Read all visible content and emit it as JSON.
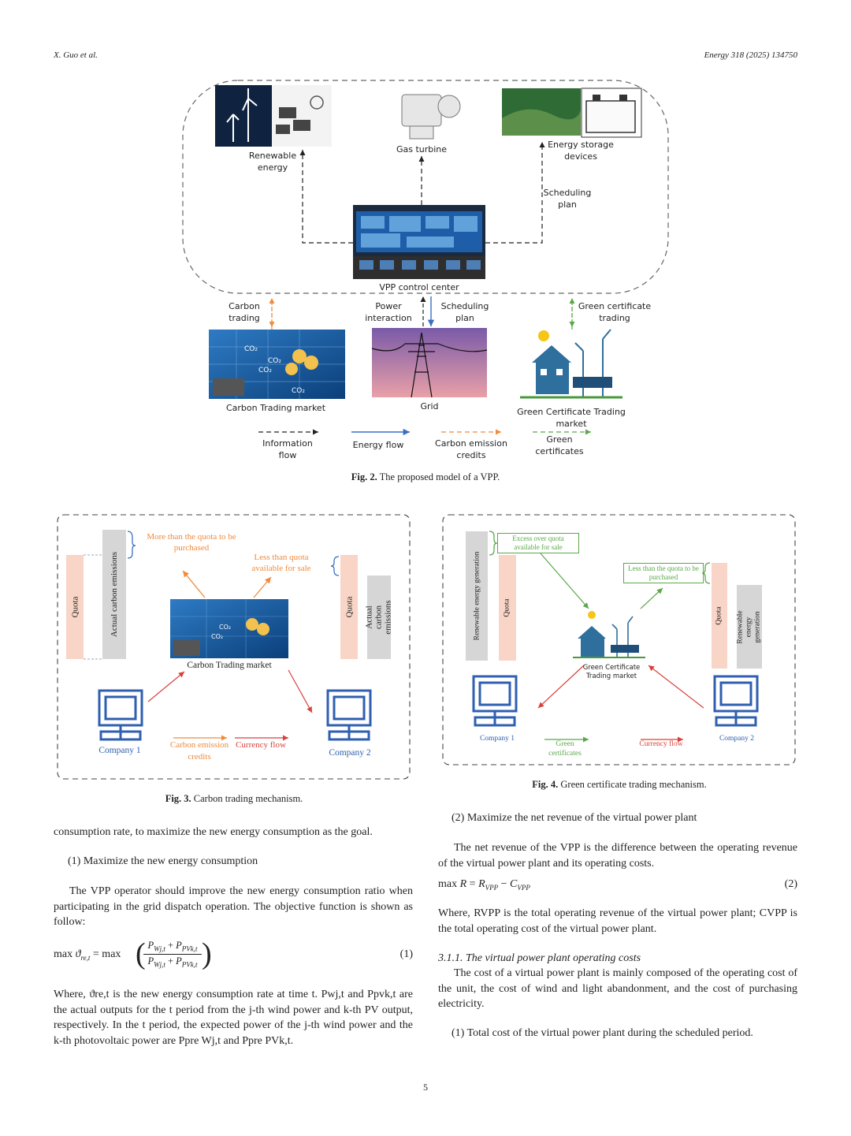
{
  "header": {
    "left": "X. Guo et al.",
    "right": "Energy 318 (2025) 134750"
  },
  "fig2": {
    "renewable": "Renewable energy",
    "gas_turbine": "Gas turbine",
    "energy_storage": "Energy storage devices",
    "scheduling_plan_top": "Scheduling plan",
    "vpp_center": "VPP control center",
    "carbon_trading": "Carbon trading",
    "power_interaction": "Power interaction",
    "scheduling_plan_mid": "Scheduling plan",
    "green_cert_trading": "Green certificate trading",
    "carbon_market": "Carbon Trading market",
    "grid": "Grid",
    "green_market": "Green Certificate Trading market",
    "legend": {
      "info": "Information flow",
      "energy": "Energy flow",
      "carbon": "Carbon emission credits",
      "green": "Green certificates"
    },
    "caption_num": "Fig. 2.",
    "caption_text": "The proposed model of a VPP."
  },
  "fig3": {
    "quota_left": "Quota",
    "actual_left": "Actual carbon emissions",
    "more_than": "More than the quota to be purchased",
    "less_than": "Less than quota available for sale",
    "quota_right": "Quota",
    "actual_right": "Actual carbon emissions",
    "market": "Carbon Trading market",
    "company1": "Company 1",
    "company2": "Company 2",
    "carbon_credits": "Carbon emission credits",
    "currency": "Currency flow",
    "caption_num": "Fig. 3.",
    "caption_text": "Carbon trading mechanism."
  },
  "fig4": {
    "renew_left": "Renewable energy generation",
    "quota_left": "Quota",
    "excess": "Excess over quota available for sale",
    "less": "Less than the quota to be purchased",
    "quota_right": "Quota",
    "renew_right": "Renewable energy generation",
    "market": "Green Certificate Trading market",
    "company1": "Company 1",
    "company2": "Company 2",
    "green_certs": "Green certificates",
    "currency": "Currency flow",
    "caption_num": "Fig. 4.",
    "caption_text": "Green certificate trading mechanism."
  },
  "left_col": {
    "p1": "consumption rate, to maximize the new energy consumption as the goal.",
    "item1": "(1) Maximize the new energy consumption",
    "p2": "The VPP operator should improve the new energy consumption ratio when participating in the grid dispatch operation. The objective function is shown as follow:",
    "eq1_num": "(1)",
    "p3_a": "Where, ϑ",
    "p3_full": "is the new energy consumption rate at time t. P",
    "p3": "Where, ϑre,t is the new energy consumption rate at time t. Pwj,t and Ppvk,t are the actual outputs for the t period from the j-th wind power and k-th PV output, respectively. In the t period, the expected power of the j-th wind power and the k-th photovoltaic power are Ppre Wj,t and Ppre PVk,t."
  },
  "right_col": {
    "item2": "(2) Maximize the net revenue of the virtual power plant",
    "p1": "The net revenue of the VPP is the difference between the operating revenue of the virtual power plant and its operating costs.",
    "eq2_num": "(2)",
    "p2": "Where, RVPP is the total operating revenue of the virtual power plant; CVPP is the total operating cost of the virtual power plant.",
    "section": "3.1.1. The virtual power plant operating costs",
    "p3": "The cost of a virtual power plant is mainly composed of the operating cost of the unit, the cost of wind and light abandonment, and the cost of purchasing electricity.",
    "item3": "(1) Total cost of the virtual power plant during the scheduled period."
  },
  "page_number": "5"
}
